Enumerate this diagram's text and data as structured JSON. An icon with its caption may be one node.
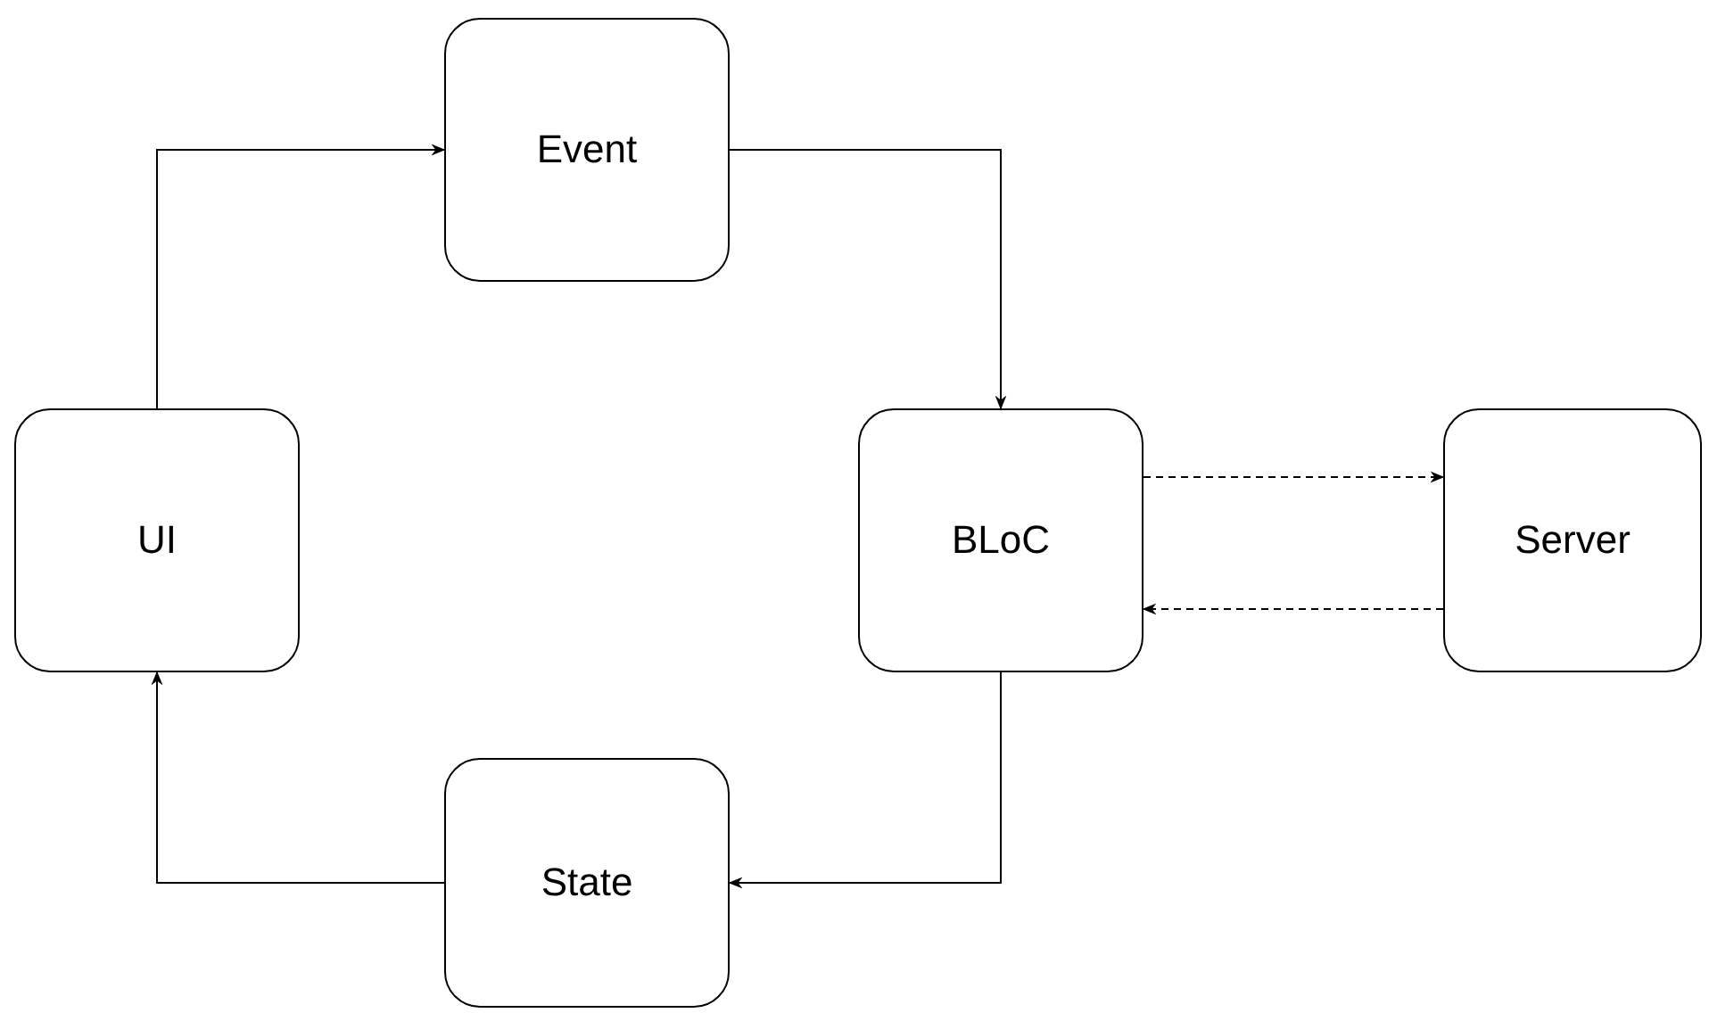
{
  "diagram": {
    "nodes": [
      {
        "text": [
          "Event"
        ]
      },
      {
        "text": [
          "UI"
        ]
      },
      {
        "text": [
          "BLoC"
        ]
      },
      {
        "text": [
          "Server"
        ]
      },
      {
        "text": [
          "State"
        ]
      }
    ],
    "edges": [
      {
        "from": 1,
        "to": 0,
        "arrow": "to"
      },
      {
        "from": 0,
        "to": 2,
        "arrow": "to"
      },
      {
        "from": 2,
        "to": 3,
        "arrow": "to",
        "style": "dashed"
      },
      {
        "from": 3,
        "to": 2,
        "arrow": "to",
        "style": "dashed"
      },
      {
        "from": 2,
        "to": 4,
        "arrow": "to"
      },
      {
        "from": 4,
        "to": 1,
        "arrow": "to"
      }
    ]
  }
}
